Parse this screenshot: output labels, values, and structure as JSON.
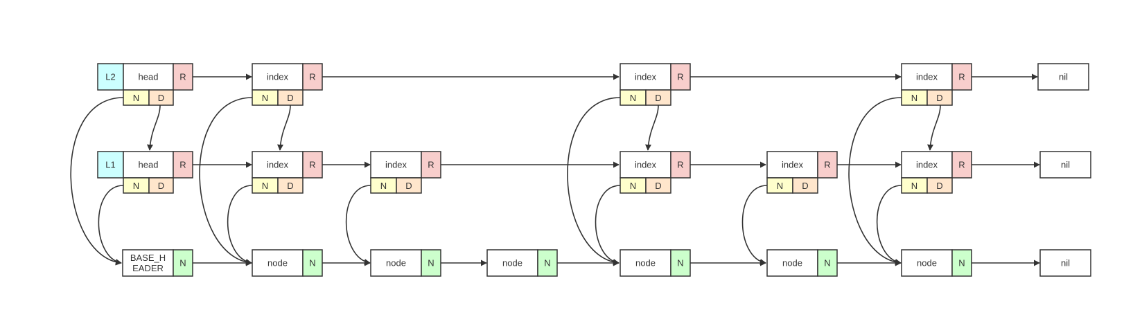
{
  "colors": {
    "level_tag": "#ccffff",
    "right": "#f8cecc",
    "next": "#ffffcc",
    "down": "#ffe6cc",
    "node_next": "#ccffcc",
    "box": "#ffffff",
    "stroke": "#333333"
  },
  "level2": {
    "tag": "L2",
    "head": {
      "label": "head",
      "right": "R",
      "next": "N",
      "down": "D"
    },
    "indexes": [
      {
        "label": "index",
        "right": "R",
        "next": "N",
        "down": "D"
      },
      {
        "label": "index",
        "right": "R",
        "next": "N",
        "down": "D"
      },
      {
        "label": "index",
        "right": "R",
        "next": "N",
        "down": "D"
      }
    ],
    "nil": "nil"
  },
  "level1": {
    "tag": "L1",
    "head": {
      "label": "head",
      "right": "R",
      "next": "N",
      "down": "D"
    },
    "indexes": [
      {
        "label": "index",
        "right": "R",
        "next": "N",
        "down": "D"
      },
      {
        "label": "index",
        "right": "R",
        "next": "N",
        "down": "D"
      },
      {
        "label": "index",
        "right": "R",
        "next": "N",
        "down": "D"
      },
      {
        "label": "index",
        "right": "R",
        "next": "N",
        "down": "D"
      },
      {
        "label": "index",
        "right": "R",
        "next": "N",
        "down": "D"
      }
    ],
    "nil": "nil"
  },
  "base": {
    "header": {
      "label_line1": "BASE_H",
      "label_line2": "EADER",
      "next": "N"
    },
    "nodes": [
      {
        "label": "node",
        "next": "N"
      },
      {
        "label": "node",
        "next": "N"
      },
      {
        "label": "node",
        "next": "N"
      },
      {
        "label": "node",
        "next": "N"
      },
      {
        "label": "node",
        "next": "N"
      },
      {
        "label": "node",
        "next": "N"
      }
    ],
    "nil": "nil"
  }
}
